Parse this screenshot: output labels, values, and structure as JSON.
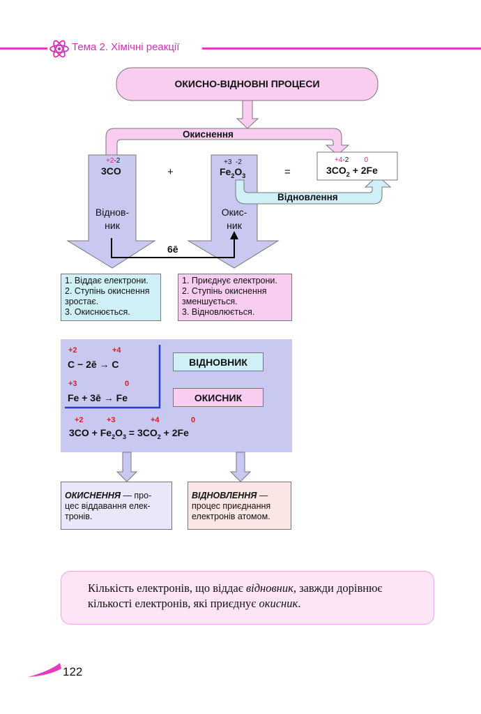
{
  "header": {
    "title": "Тема 2. Хімічні реакції"
  },
  "diagram": {
    "main_title": "ОКИСНО-ВІДНОВНІ ПРОЦЕСИ",
    "oxidation_label": "Окиснення",
    "reduction_label": "Відновлення",
    "reactant1": {
      "ox_plus": "+2",
      "ox_minus": "-2",
      "formula": "3CO"
    },
    "plus_sign": "+",
    "reactant2": {
      "ox_fe": "+3",
      "ox_o": "-2",
      "fe": "Fe",
      "sub1": "2",
      "o": "O",
      "sub2": "3"
    },
    "equals_sign": "=",
    "product": {
      "ox_c": "+4",
      "ox_o": "-2",
      "ox_fe": "0",
      "co": "3CO",
      "sub": "2",
      "fe": "+ 2Fe"
    },
    "reducer_line1": "Віднов-",
    "reducer_line2": "ник",
    "oxidizer_line1": "Окис-",
    "oxidizer_line2": "ник",
    "electrons_label": "6ē",
    "reducer_props": [
      "1. Віддає електрони.",
      "2. Ступінь окиснення",
      "зростає.",
      "3. Окиснюється."
    ],
    "oxidizer_props": [
      "1. Приєднує електрони.",
      "2. Ступінь окиснення",
      "зменшується.",
      "3. Відновлюється."
    ]
  },
  "half_reactions": {
    "c_ox_left": "+2",
    "c_ox_right": "+4",
    "c_eq": "C − 2ē → C",
    "fe_ox_left": "+3",
    "fe_ox_right": "0",
    "fe_eq": "Fe + 3ē → Fe",
    "reducer_tag": "ВІДНОВНИК",
    "oxidizer_tag": "ОКИСНИК",
    "eq_ox": [
      "+2",
      "+3",
      "+4",
      "0"
    ],
    "eq_part1": "3CO + Fe",
    "eq_sub1": "2",
    "eq_part2": "O",
    "eq_sub2": "3",
    "eq_part3": " = 3CO",
    "eq_sub3": "2",
    "eq_part4": " + 2Fe"
  },
  "definitions": {
    "oxidation_term": "ОКИСНЕННЯ",
    "oxidation_text1": " — про-",
    "oxidation_text2": "цес віддавання елек-",
    "oxidation_text3": "тронів.",
    "reduction_term": "ВІДНОВЛЕННЯ",
    "reduction_text1": " —",
    "reduction_text2": "процес приєднання",
    "reduction_text3": "електронів атомом."
  },
  "note": {
    "part1": "Кількість електронів, що віддає ",
    "italic1": "відновник",
    "part2": ", завжди дорівнює",
    "part3": "кількості електронів, які приєднує ",
    "italic2": "окисник",
    "part4": "."
  },
  "page_number": "122",
  "colors": {
    "accent": "#e83ac0",
    "lavender": "#c8c8f0",
    "pink_box": "#f8cdf0",
    "cyan": "#d0f0f8"
  }
}
